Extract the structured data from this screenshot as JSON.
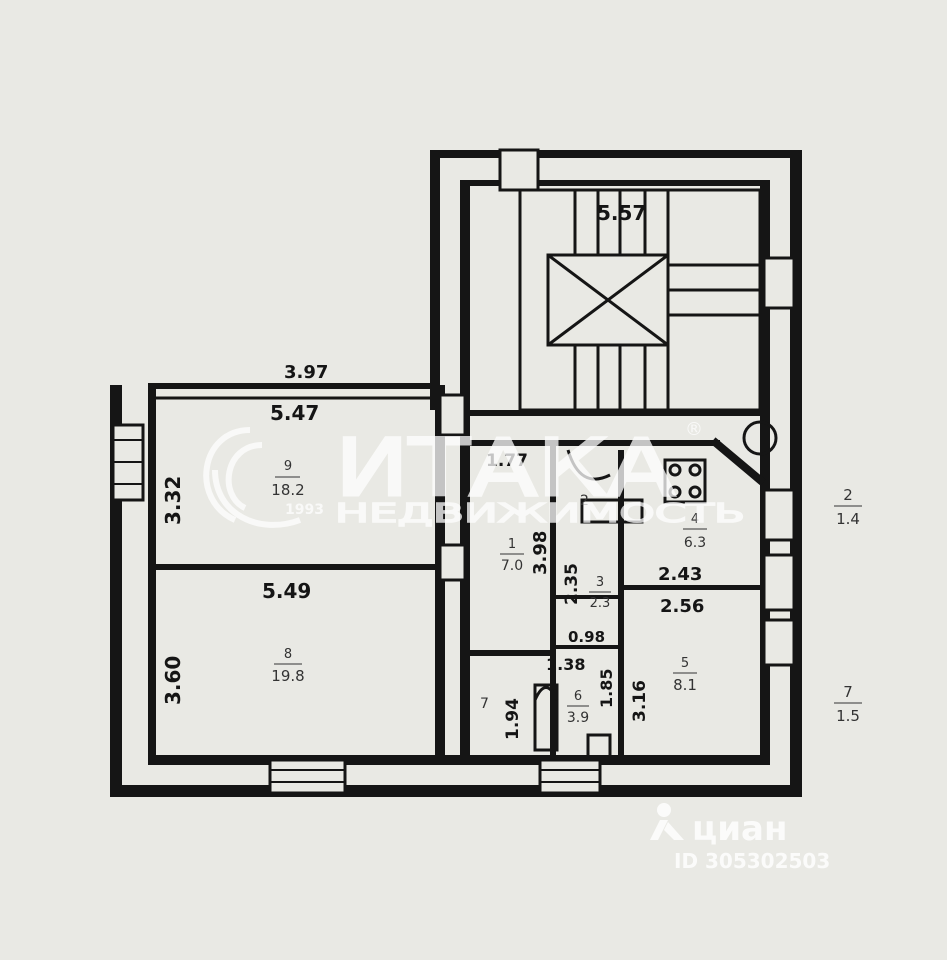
{
  "dimensions": {
    "top_width": "3.97",
    "stair_width": "5.57",
    "room9_width": "5.47",
    "room9_height": "3.32",
    "room8_width": "5.49",
    "room8_height": "3.60",
    "hall_width": "1.77",
    "hall_height": "3.98",
    "corridor_height": "2.35",
    "bath_width": "1.38",
    "bath_height": "1.94",
    "small_a": "0.98",
    "small_b": "1.85",
    "kitchen_lower": "3.16",
    "kitchen_width": "2.43",
    "room5_width": "2.56"
  },
  "rooms": [
    {
      "number": "9",
      "area": "18.2"
    },
    {
      "number": "8",
      "area": "19.8"
    },
    {
      "number": "1",
      "area": "7.0"
    },
    {
      "number": "3",
      "area": "2.3"
    },
    {
      "number": "4",
      "area": "6.3"
    },
    {
      "number": "5",
      "area": "8.1"
    },
    {
      "number": "6",
      "area": "3.9"
    },
    {
      "number": "7",
      "area": ""
    },
    {
      "number": "2",
      "area": ""
    }
  ],
  "outside_labels": [
    {
      "number": "2",
      "area": "1.4"
    },
    {
      "number": "7",
      "area": "1.5"
    }
  ],
  "watermark": {
    "brand": "ИТАКА",
    "registered": "®",
    "sub": "НЕДВИЖИМОСТЬ",
    "year": "1993"
  },
  "cian": {
    "name": "циан",
    "id": "ID 305302503"
  },
  "colors": {
    "paper": "#e9e9e4",
    "ink": "#151515",
    "watermark": "#ffffff"
  }
}
